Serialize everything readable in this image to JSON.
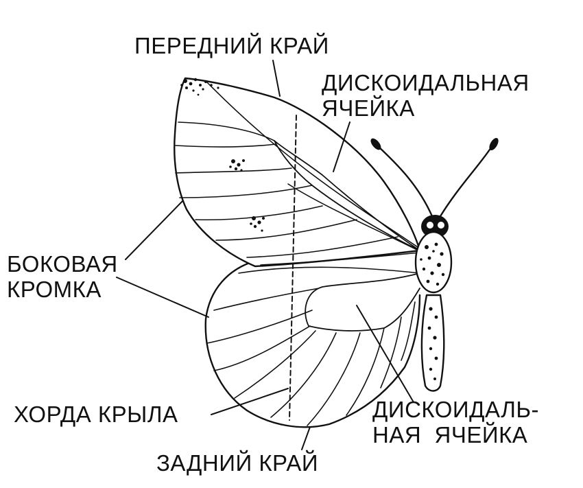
{
  "labels": {
    "costal_edge": "ПЕРЕДНИЙ КРАЙ",
    "discoidal_cell_top_line1": "ДИСКОИДАЛЬНАЯ",
    "discoidal_cell_top_line2": "ЯЧЕЙКА",
    "lateral_edge_line1": "БОКОВАЯ",
    "lateral_edge_line2": "КРОМКА",
    "wing_chord": "ХОРДА КРЫЛА",
    "discoidal_cell_bottom_line1": "ДИСКОИДАЛЬ-",
    "discoidal_cell_bottom_line2": "НАЯ  ЯЧЕЙКА",
    "rear_edge": "ЗАДНИЙ КРАЙ"
  },
  "colors": {
    "ink": "#111111",
    "background": "#ffffff"
  }
}
